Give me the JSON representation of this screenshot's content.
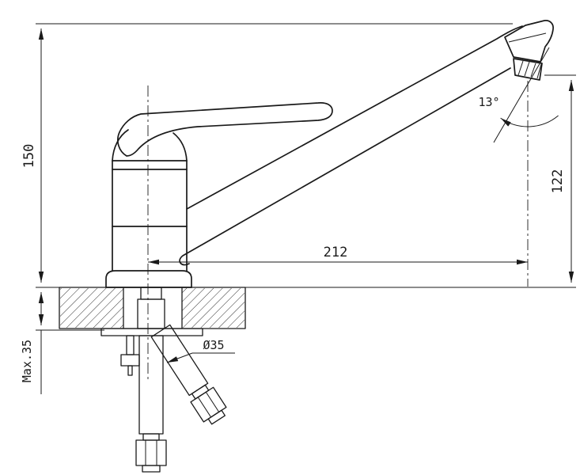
{
  "drawing": {
    "kind": "faucet-installation-drawing",
    "labels": {
      "overall_height": "150",
      "outlet_height": "122",
      "spout_reach": "212",
      "outlet_angle": "13°",
      "hole_diameter": "Ø35",
      "max_deck_thickness": "Max.35"
    },
    "colors": {
      "ink": "#1a1a1a",
      "paper": "#ffffff"
    }
  }
}
